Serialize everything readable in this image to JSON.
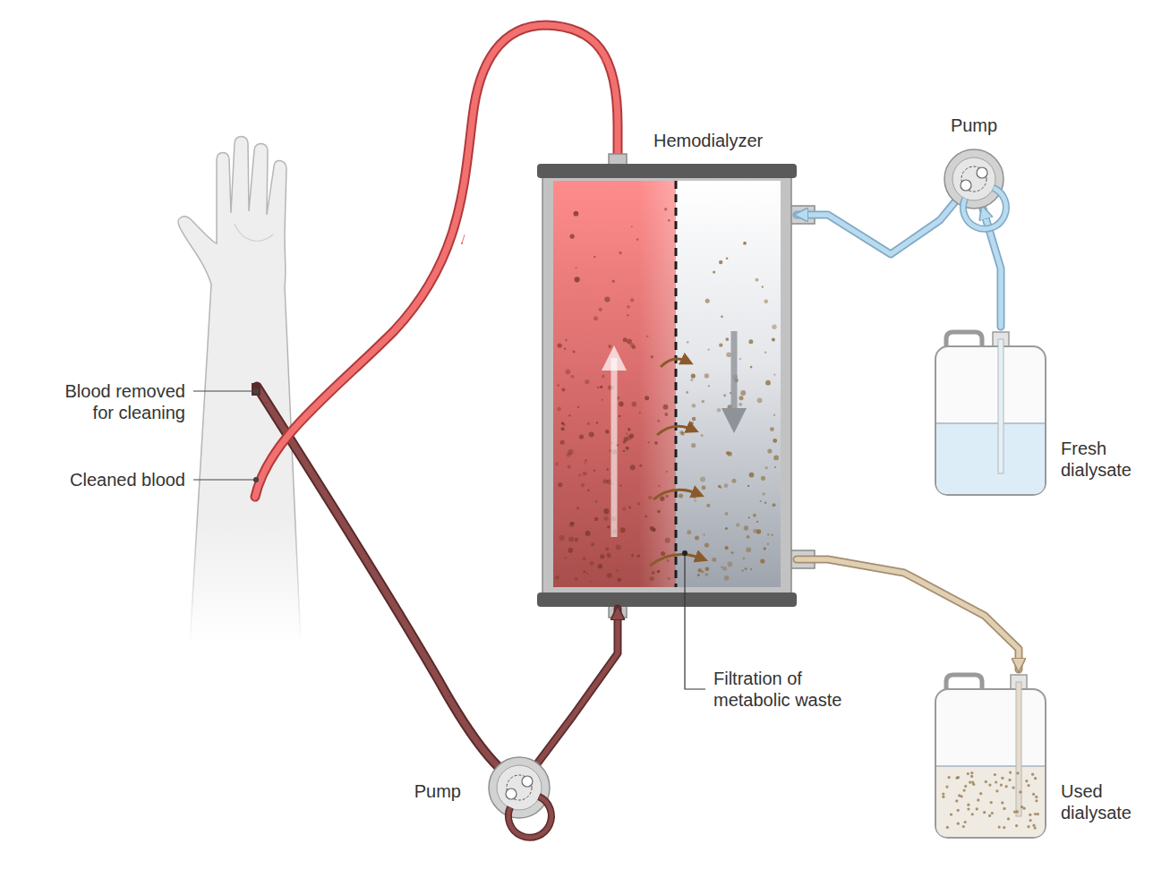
{
  "diagram": {
    "nodes": [
      {
        "text": [
          "Hemodialyzer"
        ]
      },
      {
        "text": [
          "Pump"
        ]
      },
      {
        "text": [
          "Fresh dialysate"
        ]
      },
      {
        "text": [
          "Used dialysate"
        ]
      },
      {
        "text": [
          "Pump"
        ]
      }
    ],
    "edges": [
      {
        "from": 2,
        "to": 1,
        "arrow": "to"
      },
      {
        "from": 1,
        "to": 0,
        "arrow": "to"
      },
      {
        "from": 0,
        "to": 3,
        "arrow": "to"
      },
      {
        "from": 4,
        "to": 0,
        "arrow": "to"
      }
    ],
    "labels": [
      "Blood removed for cleaning",
      "Cleaned blood",
      "Filtration of metabolic waste"
    ]
  }
}
